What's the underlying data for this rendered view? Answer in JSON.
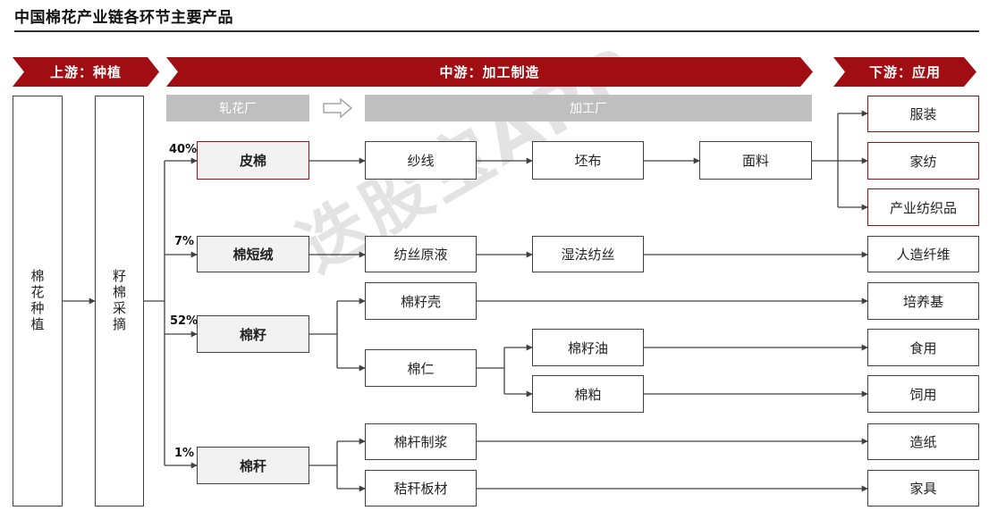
{
  "title": "中国棉花产业链各环节主要产品",
  "watermark": "迭股宝APP",
  "colors": {
    "stage": "#a00d12",
    "gray_bar": "#bfbfbf",
    "line": "#404040"
  },
  "stages": {
    "upstream": "上游：种植",
    "midstream": "中游：加工制造",
    "downstream": "下游：应用"
  },
  "factories": {
    "ginning": "轧花厂",
    "processing": "加工厂"
  },
  "sources": {
    "cotton_planting": "棉花种植",
    "seed_cotton_picking": "籽棉采摘"
  },
  "branches": {
    "lint": {
      "label": "皮棉",
      "pct": "40%"
    },
    "linter": {
      "label": "棉短绒",
      "pct": "7%"
    },
    "seed": {
      "label": "棉籽",
      "pct": "52%"
    },
    "stalk": {
      "label": "棉秆",
      "pct": "1%"
    }
  },
  "process": {
    "yarn": "纱线",
    "greige": "坯布",
    "fabric": "面料",
    "spinning_dope": "纺丝原液",
    "wet_spinning": "湿法纺丝",
    "hull": "棉籽壳",
    "kernel": "棉仁",
    "oil": "棉籽油",
    "meal": "棉粕",
    "stalk_pulp": "棉杆制浆",
    "straw_board": "秸秆板材"
  },
  "applications": {
    "apparel": "服装",
    "home_textile": "家纺",
    "industrial_textile": "产业纺织品",
    "rayon": "人造纤维",
    "culture_medium": "培养基",
    "edible": "食用",
    "feed": "饲用",
    "paper": "造纸",
    "furniture": "家具"
  }
}
